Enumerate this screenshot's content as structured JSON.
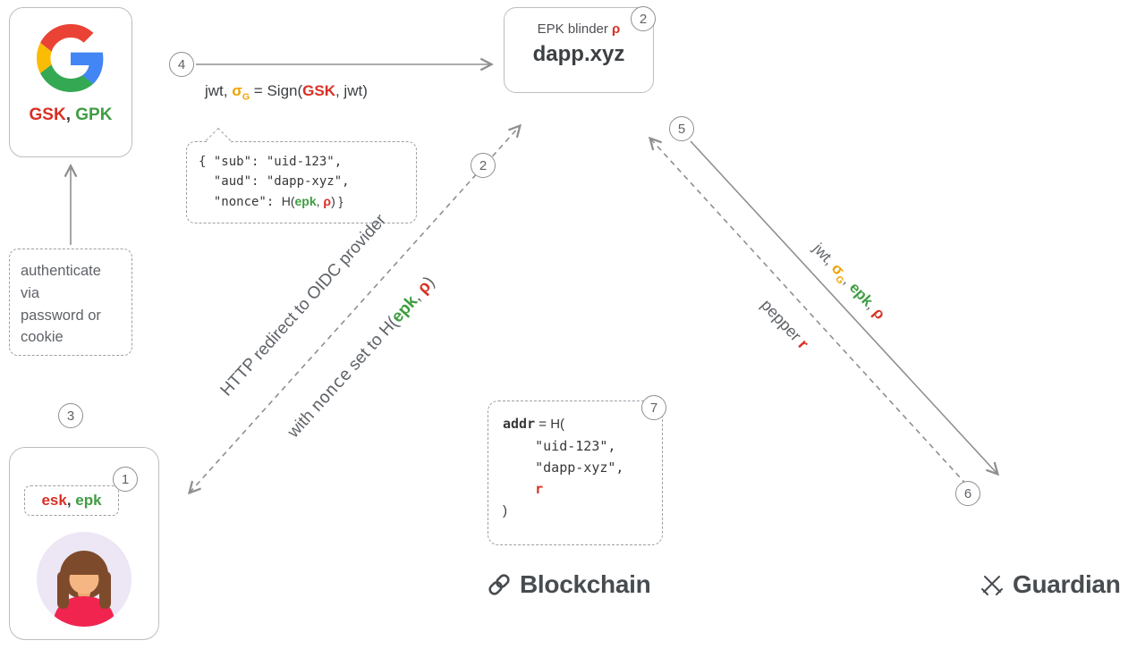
{
  "colors": {
    "red": "#d93025",
    "green": "#3f9d42",
    "orange": "#f0a202",
    "line_gray": "#8f8f8f",
    "text_gray": "#5f6368"
  },
  "badges": {
    "user_keys": "1",
    "dapp_blinder": "2",
    "oidc_redirect": "2",
    "authenticate": "3",
    "sign_jwt": "4",
    "send_to_guardian": "5",
    "pepper_response": "6",
    "derive_address": "7"
  },
  "google_box": {
    "gsk": "GSK",
    "separator": ", ",
    "gpk": "GPK"
  },
  "auth_box": {
    "text": "authenticate\nvia\npassword or\ncookie"
  },
  "user_box": {
    "esk": "esk",
    "separator": ", ",
    "epk": "epk"
  },
  "dapp_box": {
    "subtitle_prefix": "EPK blinder ",
    "rho": "ρ",
    "name": "dapp.xyz"
  },
  "sign_label": {
    "jwt_prefix": "jwt, ",
    "sigma": "σ",
    "sigma_sub": "G",
    "equals": " = Sign(",
    "gsk": "GSK",
    "suffix": ", jwt)"
  },
  "jwt_payload": {
    "line1": "{ \"sub\": \"uid-123\",",
    "line2": "  \"aud\": \"dapp-xyz\",",
    "line3_prefix": "  \"nonce\": ",
    "h_open": "H(",
    "epk": "epk",
    "comma": ", ",
    "rho": "ρ",
    "close": ") }"
  },
  "redirect_label": {
    "line1": "HTTP redirect to OIDC provider",
    "line2_prefix": "with ",
    "nonce": "nonce",
    "line2_mid": " set to H(",
    "epk": "epk",
    "comma": ", ",
    "rho": "ρ",
    "close": ")"
  },
  "addr_box": {
    "addr": "addr",
    "line1_rest": " = H(",
    "line2": "    \"uid-123\",",
    "line3": "    \"dapp-xyz\",",
    "indent": "    ",
    "r": "r",
    "close": ")"
  },
  "guardian_flow": {
    "jwt_prefix": "jwt, ",
    "sigma": "σ",
    "sigma_sub": "G",
    "comma1": ", ",
    "epk": "epk",
    "comma2": ", ",
    "rho": "ρ",
    "pepper_prefix": "pepper ",
    "r": "r"
  },
  "footer": {
    "blockchain": "Blockchain",
    "guardian": "Guardian"
  }
}
